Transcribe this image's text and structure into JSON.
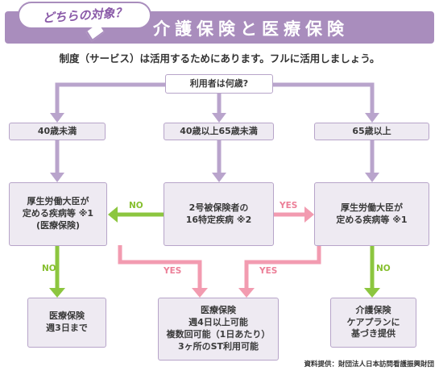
{
  "header": {
    "bubble_label": "どちらの対象？",
    "title": "介護保険と医療保険",
    "subtitle": "制度（サービス）は活用するためにあります。フルに活用しましょう。"
  },
  "flow": {
    "start": "利用者は何歳?",
    "age_under40": "40歳未満",
    "age_40to64": "40歳以上65歳未満",
    "age_65plus": "65歳以上",
    "left_question": [
      "厚生労働大臣が",
      "定める疾病等 ※1",
      "(医療保険)"
    ],
    "center_question": [
      "2号被保険者の",
      "16特定疾病 ※2"
    ],
    "right_question": [
      "厚生労働大臣が",
      "定める疾病等 ※1"
    ],
    "result_left": [
      "医療保険",
      "週3日まで"
    ],
    "result_center": [
      "医療保険",
      "週4日以上可能",
      "複数回可能（1日あたり）",
      "3ヶ所のST利用可能"
    ],
    "result_right": [
      "介護保険",
      "ケアプランに",
      "基づき提供"
    ],
    "label_no_center_left": "NO",
    "label_yes_center_right": "YES",
    "label_no_left": "NO",
    "label_yes_left": "YES",
    "label_yes_right": "YES",
    "label_no_right": "NO"
  },
  "colors": {
    "banner": "#a98dbd",
    "box_fill": "#eeeaf2",
    "box_border": "#b7a4c9",
    "arrow_purple": "#b9a4cc",
    "arrow_green": "#8cc63f",
    "arrow_pink": "#f29bb0"
  },
  "footer": {
    "credit": "資料提供：財団法人日本訪問看護振興財団"
  }
}
